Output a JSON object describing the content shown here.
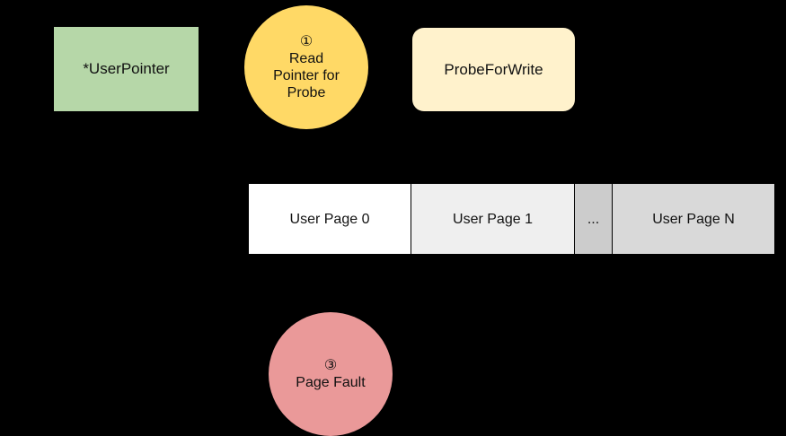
{
  "diagram": {
    "background_color": "#000000",
    "nodes": {
      "user_pointer": {
        "label": "*UserPointer",
        "fill": "#b6d7a8",
        "shape": "rectangle"
      },
      "read_pointer_for_probe": {
        "step_marker": "①",
        "label": "Read\nPointer for\nProbe",
        "fill": "#ffd966",
        "shape": "circle"
      },
      "probe_for_write": {
        "label": "ProbeForWrite",
        "fill": "#fff2cc",
        "shape": "rounded-rectangle"
      },
      "page_fault": {
        "step_marker": "③",
        "label": "Page Fault",
        "fill": "#ea9999",
        "shape": "circle"
      }
    },
    "user_pages_table": {
      "cells": [
        {
          "label": "User Page 0",
          "fill": "#ffffff"
        },
        {
          "label": "User Page 1",
          "fill": "#efefef"
        },
        {
          "label": "...",
          "fill": "#cccccc"
        },
        {
          "label": "User Page N",
          "fill": "#d9d9d9"
        }
      ]
    }
  }
}
